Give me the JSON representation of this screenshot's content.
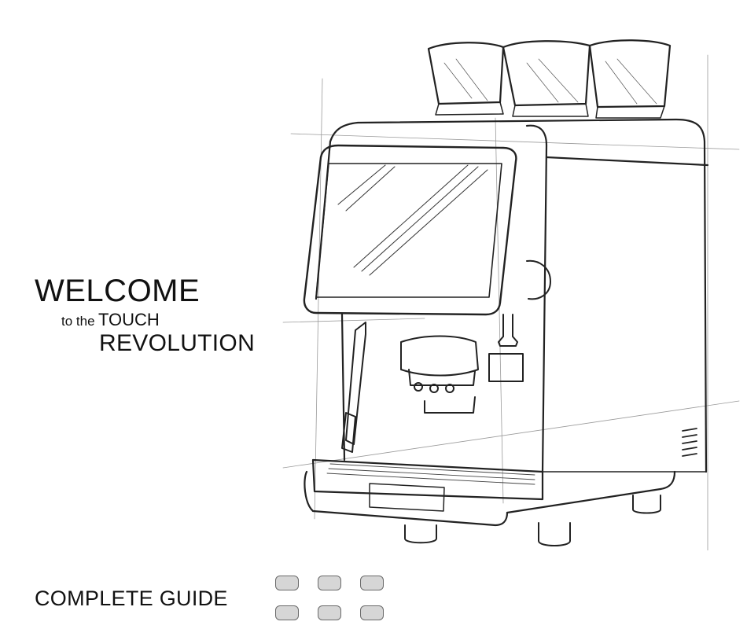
{
  "cover": {
    "welcome": "WELCOME",
    "to_the": "to the",
    "touch": "TOUCH",
    "revolution": "REVOLUTION",
    "guide": "COMPLETE GUIDE"
  },
  "illustration": {
    "subject": "espresso-machine-sketch",
    "stroke_color": "#222222"
  },
  "decoration": {
    "dot_count": 6,
    "dot_fill": "#d6d6d6",
    "dot_stroke": "#6a6a6a"
  }
}
